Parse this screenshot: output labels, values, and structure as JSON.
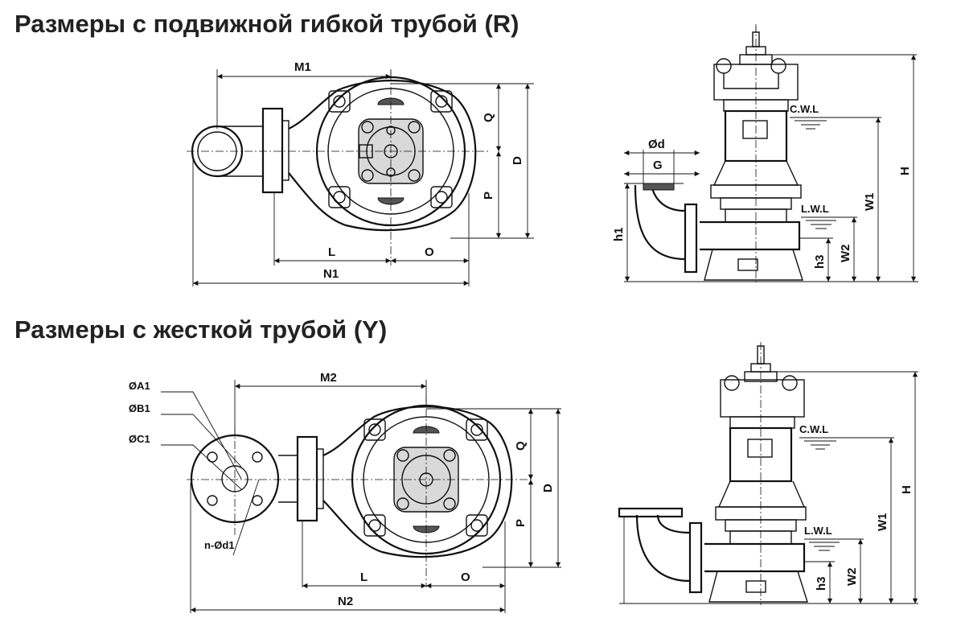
{
  "headings": {
    "flexible": "Размеры с подвижной гибкой трубой (R)",
    "rigid": "Размеры с жесткой трубой (Y)"
  },
  "top_plan": {
    "M": "M1",
    "N": "N1",
    "L": "L",
    "O": "O",
    "Q": "Q",
    "P": "P",
    "D": "D"
  },
  "top_side": {
    "d": "Ød",
    "G": "G",
    "CWL": "C.W.L",
    "LWL": "L.W.L",
    "H": "H",
    "W1": "W1",
    "W2": "W2",
    "h1": "h1",
    "h3": "h3"
  },
  "bottom_plan": {
    "A1": "ØA1",
    "B1": "ØB1",
    "C1": "ØC1",
    "nd1": "n-Ød1",
    "M": "M2",
    "N": "N2",
    "L": "L",
    "O": "O",
    "Q": "Q",
    "P": "P",
    "D": "D"
  },
  "bottom_side": {
    "CWL": "C.W.L",
    "LWL": "L.W.L",
    "H": "H",
    "W1": "W1",
    "W2": "W2",
    "h3": "h3"
  }
}
